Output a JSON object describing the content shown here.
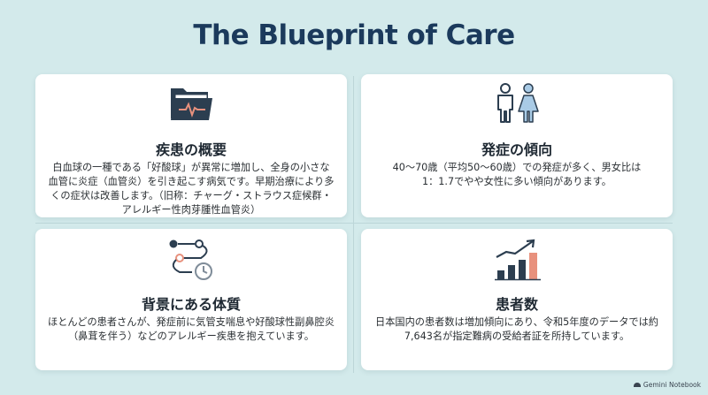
{
  "title": "The Blueprint of Care",
  "cards": [
    {
      "icon": "medical-folder-icon",
      "title": "疾患の概要",
      "body": "白血球の一種である「好酸球」が異常に増加し、全身の小さな血管に炎症（血管炎）を引き起こす病気です。早期治療により多くの症状は改善します。（旧称：チャーグ・ストラウス症候群・アレルギー性肉芽腫性血管炎）"
    },
    {
      "icon": "man-woman-icon",
      "title": "発症の傾向",
      "body": "40〜70歳（平均50〜60歳）での発症が多く、男女比は1：1.7でやや女性に多い傾向があります。"
    },
    {
      "icon": "timeline-clock-icon",
      "title": "背景にある体質",
      "body": "ほとんどの患者さんが、発症前に気管支喘息や好酸球性副鼻腔炎（鼻茸を伴う）などのアレルギー疾患を抱えています。"
    },
    {
      "icon": "growth-chart-icon",
      "title": "患者数",
      "body": "日本国内の患者数は増加傾向にあり、令和5年度のデータでは約7,643名が指定難病の受給者証を所持しています。"
    }
  ],
  "footer": {
    "label": "Gemini Notebook"
  },
  "colors": {
    "title": "#1b3a5c",
    "accent": "#e8917d",
    "icon_dark": "#2c3e50",
    "female_blue": "#a9cbe6"
  }
}
